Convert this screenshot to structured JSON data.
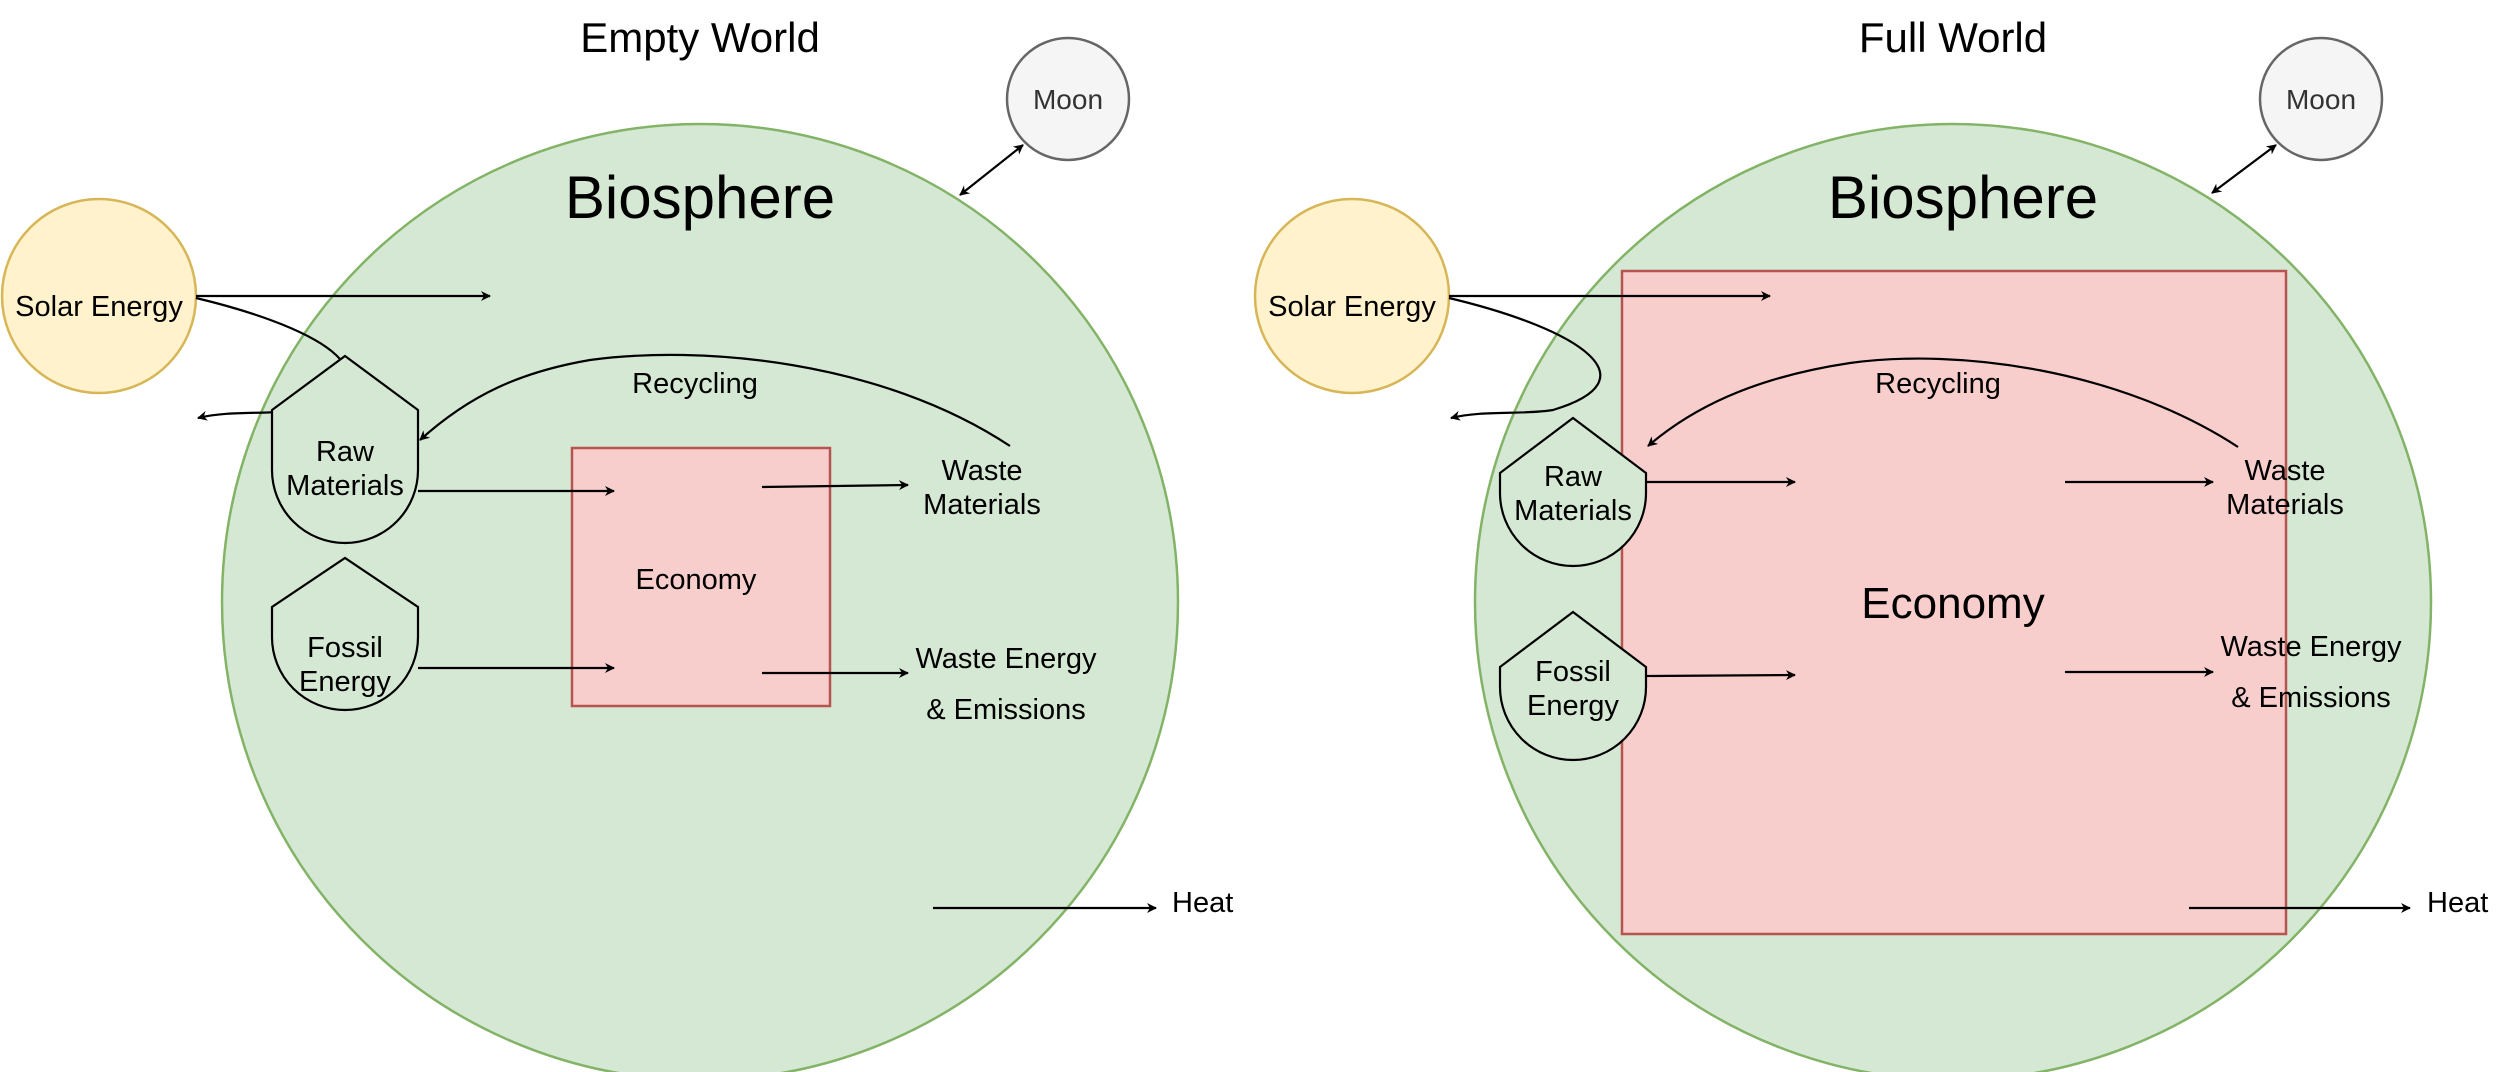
{
  "panels": [
    {
      "title": "Empty World",
      "biosphere_label": "Biosphere",
      "moon_label": "Moon",
      "solar_label": "Solar Energy",
      "recycling_label": "Recycling",
      "raw_materials": [
        "Raw",
        "Materials"
      ],
      "fossil_energy": [
        "Fossil",
        "Energy"
      ],
      "economy_label": "Economy",
      "waste_materials": [
        "Waste",
        "Materials"
      ],
      "waste_energy": [
        "Waste Energy",
        "& Emissions"
      ],
      "heat_label": "Heat"
    },
    {
      "title": "Full World",
      "biosphere_label": "Biosphere",
      "moon_label": "Moon",
      "solar_label": "Solar Energy",
      "recycling_label": "Recycling",
      "raw_materials": [
        "Raw",
        "Materials"
      ],
      "fossil_energy": [
        "Fossil",
        "Energy"
      ],
      "economy_label": "Economy",
      "waste_materials": [
        "Waste",
        "Materials"
      ],
      "waste_energy": [
        "Waste Energy",
        "& Emissions"
      ],
      "heat_label": "Heat"
    }
  ],
  "colors": {
    "biosphere_fill": "#d5e8d4",
    "biosphere_stroke": "#82b366",
    "economy_fill": "#f8cecc",
    "economy_stroke": "#b85450",
    "sun_fill": "#fff2cc",
    "sun_stroke": "#d6b656",
    "moon_fill": "#f5f5f5",
    "moon_stroke": "#666666"
  }
}
